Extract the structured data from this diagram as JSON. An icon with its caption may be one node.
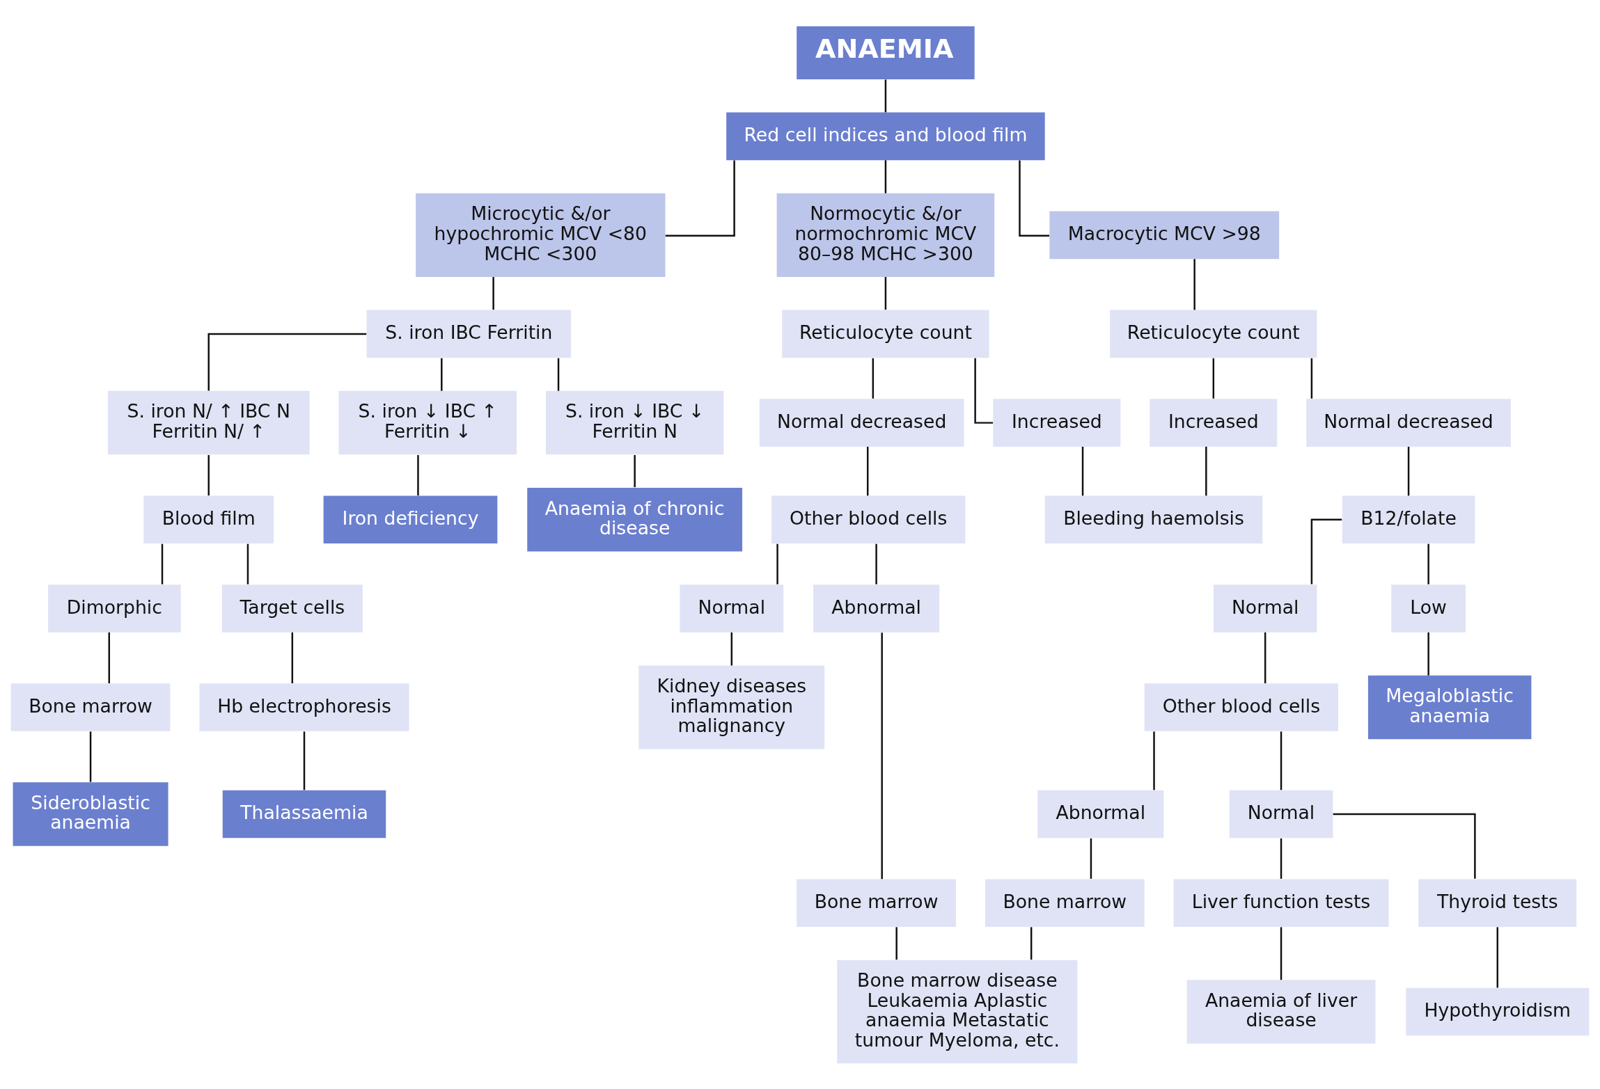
{
  "diagram": {
    "nodes": [
      {
        "text": [
          "ANAEMIA"
        ]
      },
      {
        "text": [
          "Red cell indices and blood film"
        ]
      },
      {
        "text": [
          "Microcytic &/or hypochromic MCV <80 MCHC <300"
        ]
      },
      {
        "text": [
          "Normocytic &/or normochromic MCV 80–98 MCHC >300"
        ]
      },
      {
        "text": [
          "Macrocytic MCV >98"
        ]
      },
      {
        "text": [
          "S. iron IBC Ferritin"
        ]
      },
      {
        "text": [
          "S. iron N/ ↑ IBC N Ferritin N/ ↑"
        ]
      },
      {
        "text": [
          "S. iron ↓ IBC ↑ Ferritin ↓"
        ]
      },
      {
        "text": [
          "S. iron ↓ IBC ↓ Ferritin N"
        ]
      },
      {
        "text": [
          "Blood film"
        ]
      },
      {
        "text": [
          "Iron deficiency"
        ]
      },
      {
        "text": [
          "Dimorphic"
        ]
      },
      {
        "text": [
          "Target cells"
        ]
      },
      {
        "text": [
          "Bone marrow"
        ]
      },
      {
        "text": [
          "Hb electrophoresis"
        ]
      },
      {
        "text": [
          "Sideroblastic anaemia"
        ]
      },
      {
        "text": [
          "Thalassaemia"
        ]
      },
      {
        "text": [
          "Anaemia of chronic disease"
        ]
      },
      {
        "text": [
          "Reticulocyte count"
        ]
      },
      {
        "text": [
          "Normal decreased"
        ]
      },
      {
        "text": [
          "Increased"
        ]
      },
      {
        "text": [
          "Other blood cells"
        ]
      },
      {
        "text": [
          "Bleeding haemolsis"
        ]
      },
      {
        "text": [
          "Normal"
        ]
      },
      {
        "text": [
          "Abnormal"
        ]
      },
      {
        "text": [
          "Kidney diseases inflammation malignancy"
        ]
      },
      {
        "text": [
          "Bone marrow"
        ]
      },
      {
        "text": [
          "Bone marrow disease Leukaemia Aplastic anaemia Metastatic tumour Myeloma, etc."
        ]
      },
      {
        "text": [
          "Reticulocyte count"
        ]
      },
      {
        "text": [
          "Increased"
        ]
      },
      {
        "text": [
          "Normal decreased"
        ]
      },
      {
        "text": [
          "B12/folate"
        ]
      },
      {
        "text": [
          "Normal"
        ]
      },
      {
        "text": [
          "Low"
        ]
      },
      {
        "text": [
          "Other blood cells"
        ]
      },
      {
        "text": [
          "Megaloblastic anaemia"
        ]
      },
      {
        "text": [
          "Abnormal"
        ]
      },
      {
        "text": [
          "Normal"
        ]
      },
      {
        "text": [
          "Bone marrow"
        ]
      },
      {
        "text": [
          "Liver function tests"
        ]
      },
      {
        "text": [
          "Thyroid tests"
        ]
      },
      {
        "text": [
          "Anaemia of liver disease"
        ]
      },
      {
        "text": [
          "Hypothyroidism"
        ]
      }
    ],
    "edges": [
      {
        "from": 0,
        "to": 1,
        "arrow": "none"
      },
      {
        "from": 1,
        "to": 2,
        "arrow": "none"
      },
      {
        "from": 1,
        "to": 3,
        "arrow": "none"
      },
      {
        "from": 1,
        "to": 4,
        "arrow": "none"
      },
      {
        "from": 2,
        "to": 5,
        "arrow": "none"
      },
      {
        "from": 5,
        "to": 6,
        "arrow": "none"
      },
      {
        "from": 5,
        "to": 7,
        "arrow": "none"
      },
      {
        "from": 5,
        "to": 8,
        "arrow": "none"
      },
      {
        "from": 6,
        "to": 9,
        "arrow": "none"
      },
      {
        "from": 7,
        "to": 10,
        "arrow": "none"
      },
      {
        "from": 8,
        "to": 17,
        "arrow": "none"
      },
      {
        "from": 9,
        "to": 11,
        "arrow": "none"
      },
      {
        "from": 9,
        "to": 12,
        "arrow": "none"
      },
      {
        "from": 11,
        "to": 13,
        "arrow": "none"
      },
      {
        "from": 12,
        "to": 14,
        "arrow": "none"
      },
      {
        "from": 13,
        "to": 15,
        "arrow": "none"
      },
      {
        "from": 14,
        "to": 16,
        "arrow": "none"
      },
      {
        "from": 3,
        "to": 18,
        "arrow": "none"
      },
      {
        "from": 18,
        "to": 19,
        "arrow": "none"
      },
      {
        "from": 18,
        "to": 20,
        "arrow": "none"
      },
      {
        "from": 19,
        "to": 21,
        "arrow": "none"
      },
      {
        "from": 20,
        "to": 22,
        "arrow": "none"
      },
      {
        "from": 21,
        "to": 23,
        "arrow": "none"
      },
      {
        "from": 21,
        "to": 24,
        "arrow": "none"
      },
      {
        "from": 23,
        "to": 25,
        "arrow": "none"
      },
      {
        "from": 24,
        "to": 26,
        "arrow": "none"
      },
      {
        "from": 26,
        "to": 27,
        "arrow": "none"
      },
      {
        "from": 4,
        "to": 28,
        "arrow": "none"
      },
      {
        "from": 28,
        "to": 29,
        "arrow": "none"
      },
      {
        "from": 28,
        "to": 30,
        "arrow": "none"
      },
      {
        "from": 29,
        "to": 22,
        "arrow": "none"
      },
      {
        "from": 30,
        "to": 31,
        "arrow": "none"
      },
      {
        "from": 31,
        "to": 32,
        "arrow": "none"
      },
      {
        "from": 31,
        "to": 33,
        "arrow": "none"
      },
      {
        "from": 32,
        "to": 34,
        "arrow": "none"
      },
      {
        "from": 33,
        "to": 35,
        "arrow": "none"
      },
      {
        "from": 34,
        "to": 36,
        "arrow": "none"
      },
      {
        "from": 34,
        "to": 37,
        "arrow": "none"
      },
      {
        "from": 36,
        "to": 38,
        "arrow": "none"
      },
      {
        "from": 38,
        "to": 27,
        "arrow": "none"
      },
      {
        "from": 37,
        "to": 39,
        "arrow": "none"
      },
      {
        "from": 37,
        "to": 40,
        "arrow": "none"
      },
      {
        "from": 39,
        "to": 41,
        "arrow": "none"
      },
      {
        "from": 40,
        "to": 42,
        "arrow": "none"
      }
    ]
  }
}
